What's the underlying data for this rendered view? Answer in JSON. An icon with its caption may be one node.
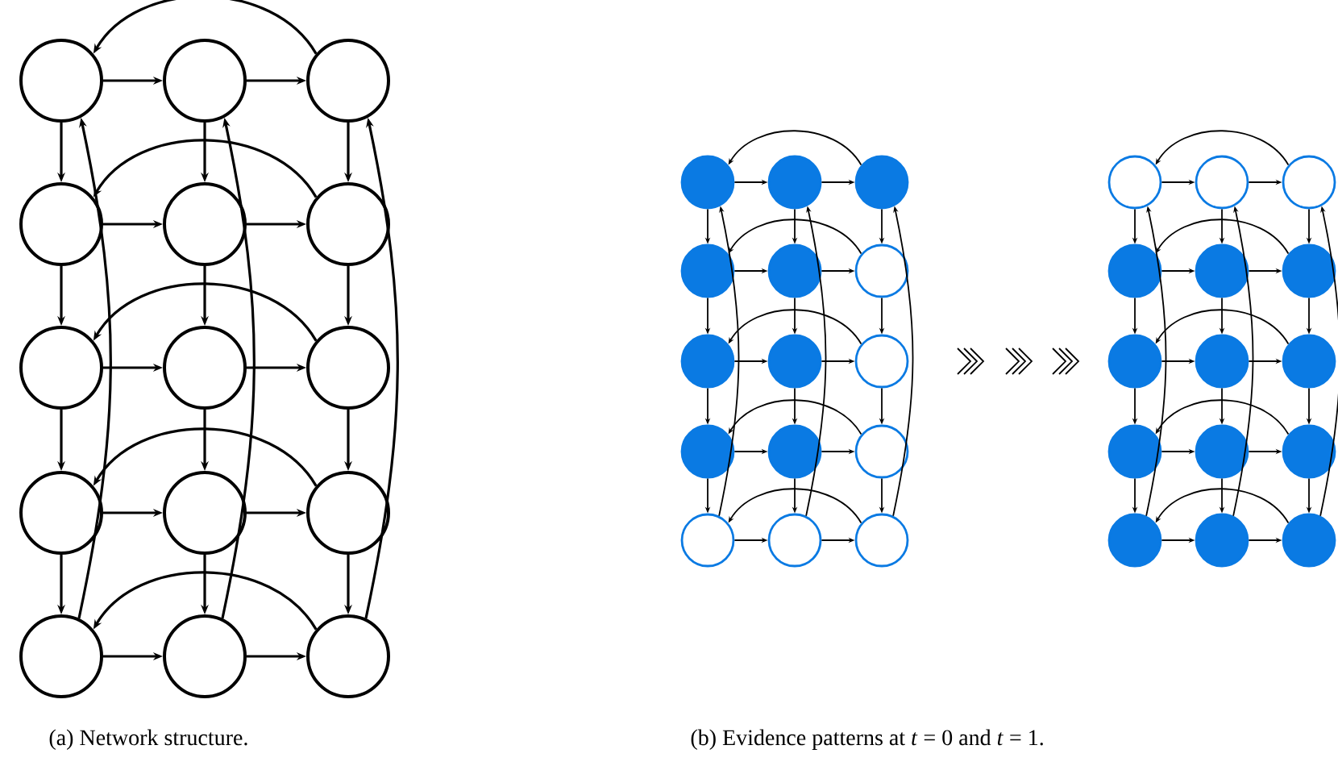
{
  "diagram": {
    "nodes": [
      {
        "text": [],
        "shape": "circle"
      },
      {
        "text": [],
        "shape": "circle"
      },
      {
        "text": [],
        "shape": "circle"
      },
      {
        "text": [],
        "shape": "circle"
      },
      {
        "text": [],
        "shape": "circle"
      },
      {
        "text": [],
        "shape": "circle"
      },
      {
        "text": [],
        "shape": "circle"
      },
      {
        "text": [],
        "shape": "circle"
      },
      {
        "text": [],
        "shape": "circle"
      },
      {
        "text": [],
        "shape": "circle"
      },
      {
        "text": [],
        "shape": "circle"
      },
      {
        "text": [],
        "shape": "circle"
      },
      {
        "text": [],
        "shape": "circle"
      },
      {
        "text": [],
        "shape": "circle"
      },
      {
        "text": [],
        "shape": "circle"
      },
      {
        "text": [],
        "shape": "circle"
      },
      {
        "text": [],
        "shape": "circle"
      },
      {
        "text": [],
        "shape": "circle"
      },
      {
        "text": [],
        "shape": "circle"
      },
      {
        "text": [],
        "shape": "circle"
      },
      {
        "text": [],
        "shape": "circle"
      },
      {
        "text": [],
        "shape": "circle"
      },
      {
        "text": [],
        "shape": "circle"
      },
      {
        "text": [],
        "shape": "circle"
      },
      {
        "text": [],
        "shape": "circle"
      },
      {
        "text": [],
        "shape": "circle"
      },
      {
        "text": [],
        "shape": "circle"
      },
      {
        "text": [],
        "shape": "circle"
      },
      {
        "text": [],
        "shape": "circle"
      },
      {
        "text": [],
        "shape": "circle"
      },
      {
        "text": [],
        "shape": "circle"
      },
      {
        "text": [],
        "shape": "circle"
      },
      {
        "text": [],
        "shape": "circle"
      },
      {
        "text": [],
        "shape": "circle"
      },
      {
        "text": [],
        "shape": "circle"
      },
      {
        "text": [],
        "shape": "circle"
      },
      {
        "text": [],
        "shape": "circle"
      },
      {
        "text": [],
        "shape": "circle"
      },
      {
        "text": [],
        "shape": "circle"
      },
      {
        "text": [],
        "shape": "circle"
      },
      {
        "text": [],
        "shape": "circle"
      },
      {
        "text": [],
        "shape": "circle"
      },
      {
        "text": [],
        "shape": "circle"
      },
      {
        "text": [],
        "shape": "circle"
      },
      {
        "text": [],
        "shape": "circle"
      }
    ],
    "edges": [
      {
        "from": 0,
        "to": 1,
        "arrow": "to"
      },
      {
        "from": 1,
        "to": 2,
        "arrow": "to"
      },
      {
        "from": 3,
        "to": 4,
        "arrow": "to"
      },
      {
        "from": 4,
        "to": 5,
        "arrow": "to"
      },
      {
        "from": 6,
        "to": 7,
        "arrow": "to"
      },
      {
        "from": 7,
        "to": 8,
        "arrow": "to"
      },
      {
        "from": 9,
        "to": 10,
        "arrow": "to"
      },
      {
        "from": 10,
        "to": 11,
        "arrow": "to"
      },
      {
        "from": 12,
        "to": 13,
        "arrow": "to"
      },
      {
        "from": 13,
        "to": 14,
        "arrow": "to"
      },
      {
        "from": 0,
        "to": 3,
        "arrow": "to"
      },
      {
        "from": 3,
        "to": 6,
        "arrow": "to"
      },
      {
        "from": 6,
        "to": 9,
        "arrow": "to"
      },
      {
        "from": 9,
        "to": 12,
        "arrow": "to"
      },
      {
        "from": 1,
        "to": 4,
        "arrow": "to"
      },
      {
        "from": 4,
        "to": 7,
        "arrow": "to"
      },
      {
        "from": 7,
        "to": 10,
        "arrow": "to"
      },
      {
        "from": 10,
        "to": 13,
        "arrow": "to"
      },
      {
        "from": 2,
        "to": 5,
        "arrow": "to"
      },
      {
        "from": 5,
        "to": 8,
        "arrow": "to"
      },
      {
        "from": 8,
        "to": 11,
        "arrow": "to"
      },
      {
        "from": 11,
        "to": 14,
        "arrow": "to"
      },
      {
        "from": 2,
        "to": 0,
        "arrow": "to"
      },
      {
        "from": 5,
        "to": 3,
        "arrow": "to"
      },
      {
        "from": 8,
        "to": 6,
        "arrow": "to"
      },
      {
        "from": 11,
        "to": 9,
        "arrow": "to"
      },
      {
        "from": 14,
        "to": 12,
        "arrow": "to"
      },
      {
        "from": 12,
        "to": 0,
        "arrow": "to"
      },
      {
        "from": 13,
        "to": 1,
        "arrow": "to"
      },
      {
        "from": 14,
        "to": 2,
        "arrow": "to"
      },
      {
        "from": 15,
        "to": 16,
        "arrow": "to"
      },
      {
        "from": 16,
        "to": 17,
        "arrow": "to"
      },
      {
        "from": 18,
        "to": 19,
        "arrow": "to"
      },
      {
        "from": 19,
        "to": 20,
        "arrow": "to"
      },
      {
        "from": 21,
        "to": 22,
        "arrow": "to"
      },
      {
        "from": 22,
        "to": 23,
        "arrow": "to"
      },
      {
        "from": 24,
        "to": 25,
        "arrow": "to"
      },
      {
        "from": 25,
        "to": 26,
        "arrow": "to"
      },
      {
        "from": 27,
        "to": 28,
        "arrow": "to"
      },
      {
        "from": 28,
        "to": 29,
        "arrow": "to"
      },
      {
        "from": 15,
        "to": 18,
        "arrow": "to"
      },
      {
        "from": 18,
        "to": 21,
        "arrow": "to"
      },
      {
        "from": 21,
        "to": 24,
        "arrow": "to"
      },
      {
        "from": 24,
        "to": 27,
        "arrow": "to"
      },
      {
        "from": 16,
        "to": 19,
        "arrow": "to"
      },
      {
        "from": 19,
        "to": 22,
        "arrow": "to"
      },
      {
        "from": 22,
        "to": 25,
        "arrow": "to"
      },
      {
        "from": 25,
        "to": 28,
        "arrow": "to"
      },
      {
        "from": 17,
        "to": 20,
        "arrow": "to"
      },
      {
        "from": 20,
        "to": 23,
        "arrow": "to"
      },
      {
        "from": 23,
        "to": 26,
        "arrow": "to"
      },
      {
        "from": 26,
        "to": 29,
        "arrow": "to"
      },
      {
        "from": 17,
        "to": 15,
        "arrow": "to"
      },
      {
        "from": 20,
        "to": 18,
        "arrow": "to"
      },
      {
        "from": 23,
        "to": 21,
        "arrow": "to"
      },
      {
        "from": 26,
        "to": 24,
        "arrow": "to"
      },
      {
        "from": 29,
        "to": 27,
        "arrow": "to"
      },
      {
        "from": 27,
        "to": 15,
        "arrow": "to"
      },
      {
        "from": 28,
        "to": 16,
        "arrow": "to"
      },
      {
        "from": 29,
        "to": 17,
        "arrow": "to"
      },
      {
        "from": 30,
        "to": 31,
        "arrow": "to"
      },
      {
        "from": 31,
        "to": 32,
        "arrow": "to"
      },
      {
        "from": 33,
        "to": 34,
        "arrow": "to"
      },
      {
        "from": 34,
        "to": 35,
        "arrow": "to"
      },
      {
        "from": 36,
        "to": 37,
        "arrow": "to"
      },
      {
        "from": 37,
        "to": 38,
        "arrow": "to"
      },
      {
        "from": 39,
        "to": 40,
        "arrow": "to"
      },
      {
        "from": 40,
        "to": 41,
        "arrow": "to"
      },
      {
        "from": 42,
        "to": 43,
        "arrow": "to"
      },
      {
        "from": 43,
        "to": 44,
        "arrow": "to"
      },
      {
        "from": 30,
        "to": 33,
        "arrow": "to"
      },
      {
        "from": 33,
        "to": 36,
        "arrow": "to"
      },
      {
        "from": 36,
        "to": 39,
        "arrow": "to"
      },
      {
        "from": 39,
        "to": 42,
        "arrow": "to"
      },
      {
        "from": 31,
        "to": 34,
        "arrow": "to"
      },
      {
        "from": 34,
        "to": 37,
        "arrow": "to"
      },
      {
        "from": 37,
        "to": 40,
        "arrow": "to"
      },
      {
        "from": 40,
        "to": 43,
        "arrow": "to"
      },
      {
        "from": 32,
        "to": 35,
        "arrow": "to"
      },
      {
        "from": 35,
        "to": 38,
        "arrow": "to"
      },
      {
        "from": 38,
        "to": 41,
        "arrow": "to"
      },
      {
        "from": 41,
        "to": 44,
        "arrow": "to"
      },
      {
        "from": 32,
        "to": 30,
        "arrow": "to"
      },
      {
        "from": 35,
        "to": 33,
        "arrow": "to"
      },
      {
        "from": 38,
        "to": 36,
        "arrow": "to"
      },
      {
        "from": 41,
        "to": 39,
        "arrow": "to"
      },
      {
        "from": 44,
        "to": 42,
        "arrow": "to"
      },
      {
        "from": 42,
        "to": 30,
        "arrow": "to"
      },
      {
        "from": 43,
        "to": 31,
        "arrow": "to"
      },
      {
        "from": 44,
        "to": 32,
        "arrow": "to"
      }
    ],
    "labels": [
      "(a) Network structure.",
      "(b) Evidence patterns at *t* = 0 and *t* = 1."
    ]
  }
}
